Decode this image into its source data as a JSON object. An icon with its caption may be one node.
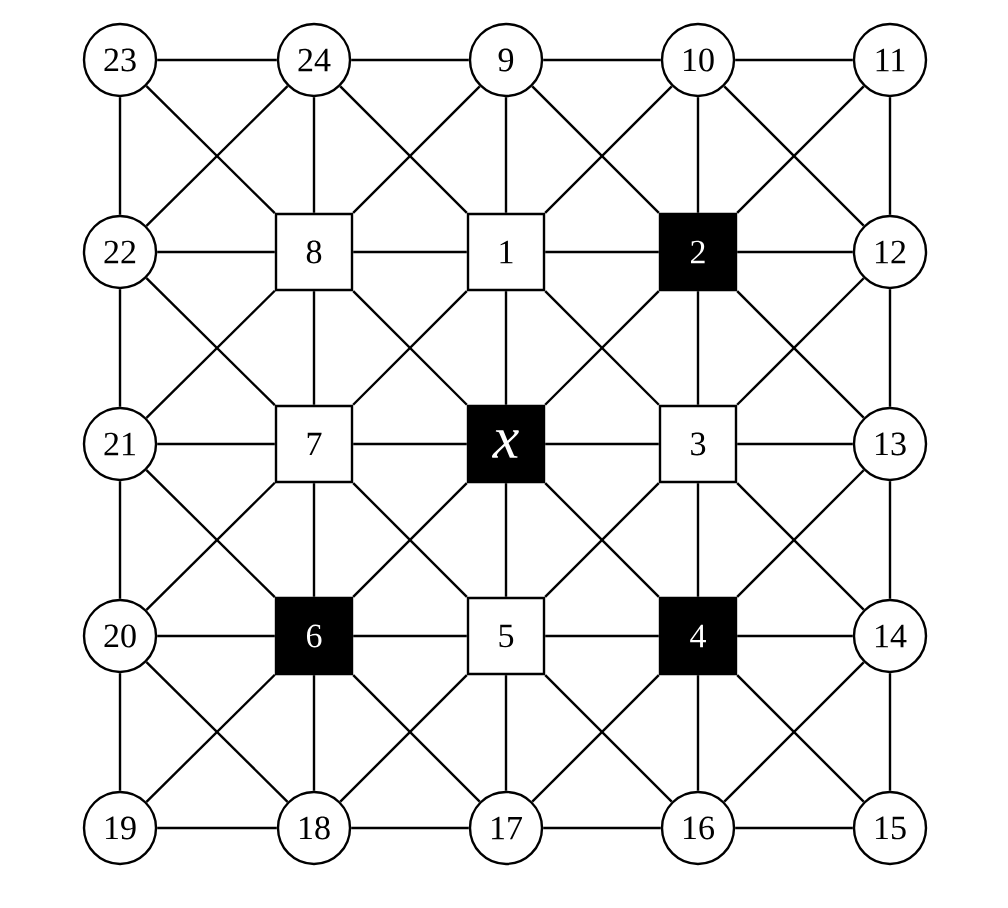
{
  "diagram": {
    "nodes": [
      {
        "text": [
          "23"
        ]
      },
      {
        "text": [
          "24"
        ]
      },
      {
        "text": [
          "9"
        ]
      },
      {
        "text": [
          "10"
        ]
      },
      {
        "text": [
          "11"
        ]
      },
      {
        "text": [
          "22"
        ]
      },
      {
        "text": [
          "8"
        ]
      },
      {
        "text": [
          "1"
        ]
      },
      {
        "text": [
          "2"
        ]
      },
      {
        "text": [
          "12"
        ]
      },
      {
        "text": [
          "21"
        ]
      },
      {
        "text": [
          "7"
        ]
      },
      {
        "text": [
          "x"
        ]
      },
      {
        "text": [
          "3"
        ]
      },
      {
        "text": [
          "13"
        ]
      },
      {
        "text": [
          "20"
        ]
      },
      {
        "text": [
          "6"
        ]
      },
      {
        "text": [
          "5"
        ]
      },
      {
        "text": [
          "4"
        ]
      },
      {
        "text": [
          "14"
        ]
      },
      {
        "text": [
          "19"
        ]
      },
      {
        "text": [
          "18"
        ]
      },
      {
        "text": [
          "17"
        ]
      },
      {
        "text": [
          "16"
        ]
      },
      {
        "text": [
          "15"
        ]
      }
    ],
    "edges": [
      {
        "from": 0,
        "to": 1,
        "arrow": "none"
      },
      {
        "from": 1,
        "to": 2,
        "arrow": "none"
      },
      {
        "from": 2,
        "to": 3,
        "arrow": "none"
      },
      {
        "from": 3,
        "to": 4,
        "arrow": "none"
      },
      {
        "from": 5,
        "to": 6,
        "arrow": "none"
      },
      {
        "from": 6,
        "to": 7,
        "arrow": "none"
      },
      {
        "from": 7,
        "to": 8,
        "arrow": "none"
      },
      {
        "from": 8,
        "to": 9,
        "arrow": "none"
      },
      {
        "from": 10,
        "to": 11,
        "arrow": "none"
      },
      {
        "from": 11,
        "to": 12,
        "arrow": "none"
      },
      {
        "from": 12,
        "to": 13,
        "arrow": "none"
      },
      {
        "from": 13,
        "to": 14,
        "arrow": "none"
      },
      {
        "from": 15,
        "to": 16,
        "arrow": "none"
      },
      {
        "from": 16,
        "to": 17,
        "arrow": "none"
      },
      {
        "from": 17,
        "to": 18,
        "arrow": "none"
      },
      {
        "from": 18,
        "to": 19,
        "arrow": "none"
      },
      {
        "from": 20,
        "to": 21,
        "arrow": "none"
      },
      {
        "from": 21,
        "to": 22,
        "arrow": "none"
      },
      {
        "from": 22,
        "to": 23,
        "arrow": "none"
      },
      {
        "from": 23,
        "to": 24,
        "arrow": "none"
      },
      {
        "from": 0,
        "to": 5,
        "arrow": "none"
      },
      {
        "from": 1,
        "to": 6,
        "arrow": "none"
      },
      {
        "from": 2,
        "to": 7,
        "arrow": "none"
      },
      {
        "from": 3,
        "to": 8,
        "arrow": "none"
      },
      {
        "from": 4,
        "to": 9,
        "arrow": "none"
      },
      {
        "from": 5,
        "to": 10,
        "arrow": "none"
      },
      {
        "from": 6,
        "to": 11,
        "arrow": "none"
      },
      {
        "from": 7,
        "to": 12,
        "arrow": "none"
      },
      {
        "from": 8,
        "to": 13,
        "arrow": "none"
      },
      {
        "from": 9,
        "to": 14,
        "arrow": "none"
      },
      {
        "from": 10,
        "to": 15,
        "arrow": "none"
      },
      {
        "from": 11,
        "to": 16,
        "arrow": "none"
      },
      {
        "from": 12,
        "to": 17,
        "arrow": "none"
      },
      {
        "from": 13,
        "to": 18,
        "arrow": "none"
      },
      {
        "from": 14,
        "to": 19,
        "arrow": "none"
      },
      {
        "from": 15,
        "to": 20,
        "arrow": "none"
      },
      {
        "from": 16,
        "to": 21,
        "arrow": "none"
      },
      {
        "from": 17,
        "to": 22,
        "arrow": "none"
      },
      {
        "from": 18,
        "to": 23,
        "arrow": "none"
      },
      {
        "from": 19,
        "to": 24,
        "arrow": "none"
      },
      {
        "from": 0,
        "to": 6,
        "arrow": "none"
      },
      {
        "from": 1,
        "to": 7,
        "arrow": "none"
      },
      {
        "from": 2,
        "to": 8,
        "arrow": "none"
      },
      {
        "from": 3,
        "to": 9,
        "arrow": "none"
      },
      {
        "from": 5,
        "to": 11,
        "arrow": "none"
      },
      {
        "from": 6,
        "to": 12,
        "arrow": "none"
      },
      {
        "from": 7,
        "to": 13,
        "arrow": "none"
      },
      {
        "from": 8,
        "to": 14,
        "arrow": "none"
      },
      {
        "from": 10,
        "to": 16,
        "arrow": "none"
      },
      {
        "from": 11,
        "to": 17,
        "arrow": "none"
      },
      {
        "from": 12,
        "to": 18,
        "arrow": "none"
      },
      {
        "from": 13,
        "to": 19,
        "arrow": "none"
      },
      {
        "from": 15,
        "to": 21,
        "arrow": "none"
      },
      {
        "from": 16,
        "to": 22,
        "arrow": "none"
      },
      {
        "from": 17,
        "to": 23,
        "arrow": "none"
      },
      {
        "from": 18,
        "to": 24,
        "arrow": "none"
      },
      {
        "from": 1,
        "to": 5,
        "arrow": "none"
      },
      {
        "from": 2,
        "to": 6,
        "arrow": "none"
      },
      {
        "from": 3,
        "to": 7,
        "arrow": "none"
      },
      {
        "from": 4,
        "to": 8,
        "arrow": "none"
      },
      {
        "from": 6,
        "to": 10,
        "arrow": "none"
      },
      {
        "from": 7,
        "to": 11,
        "arrow": "none"
      },
      {
        "from": 8,
        "to": 12,
        "arrow": "none"
      },
      {
        "from": 9,
        "to": 13,
        "arrow": "none"
      },
      {
        "from": 11,
        "to": 15,
        "arrow": "none"
      },
      {
        "from": 12,
        "to": 16,
        "arrow": "none"
      },
      {
        "from": 13,
        "to": 17,
        "arrow": "none"
      },
      {
        "from": 14,
        "to": 18,
        "arrow": "none"
      },
      {
        "from": 16,
        "to": 20,
        "arrow": "none"
      },
      {
        "from": 17,
        "to": 21,
        "arrow": "none"
      },
      {
        "from": 18,
        "to": 22,
        "arrow": "none"
      },
      {
        "from": 19,
        "to": 23,
        "arrow": "none"
      }
    ]
  }
}
